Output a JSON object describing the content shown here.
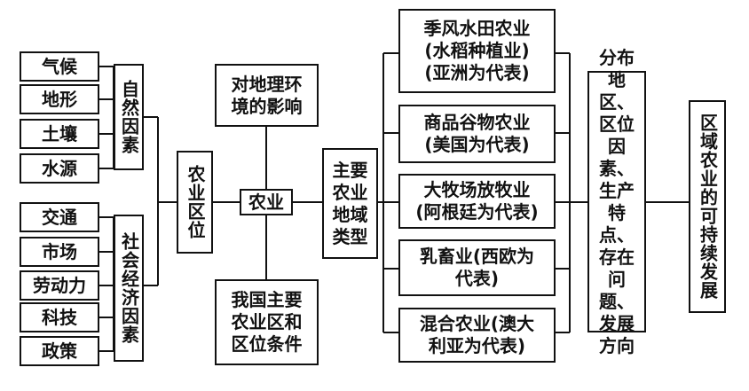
{
  "natural_factors": {
    "items": [
      "气候",
      "地形",
      "土壤",
      "水源"
    ],
    "group_label": "自然因素"
  },
  "social_factors": {
    "items": [
      "交通",
      "市场",
      "劳动力",
      "科技",
      "政策"
    ],
    "group_label": "社会经济因素"
  },
  "location_title": "农业区位",
  "impact": "对地理环境的影响",
  "center": "农业",
  "china": "我国主要农业区和区位条件",
  "main_types_title": "主要农业地域类型",
  "types": [
    "季风水田农业\n(水稻种植业)\n(亚洲为代表)",
    "商品谷物农业\n(美国为代表)",
    "大牧场放牧业\n(阿根廷为代表)",
    "乳畜业(西欧为\n代表)",
    "混合农业(澳大\n利亚为代表)"
  ],
  "aspects": "分布地区、区位因素、生产特点、存在问题、发展方向",
  "sustainable": "区域农业的可持续发展"
}
